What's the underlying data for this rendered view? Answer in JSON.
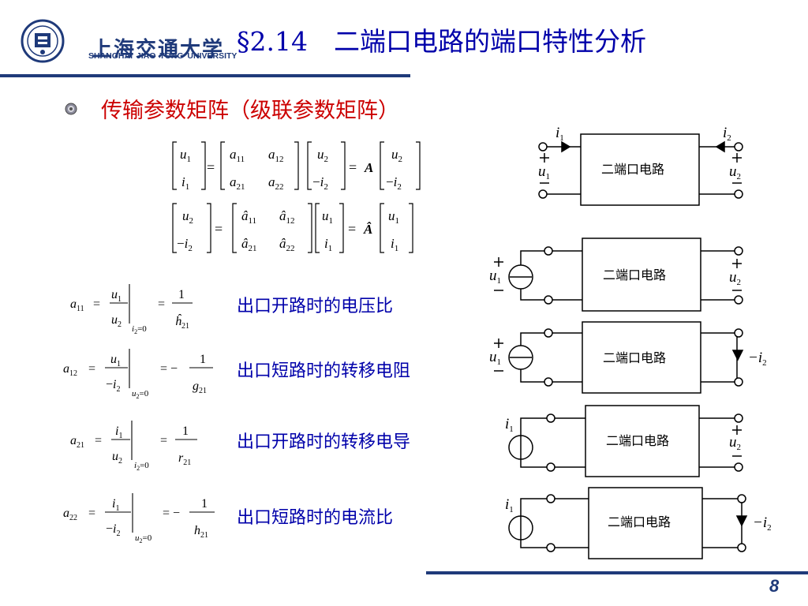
{
  "header": {
    "logo_cn": "上海交通大学",
    "logo_en": "SHANGHAI JIAO TONG UNIVERSITY",
    "title": "§2.14　二端口电路的端口特性分析"
  },
  "bullet": "传输参数矩阵（级联参数矩阵）",
  "descriptions": [
    "出口开路时的电压比",
    "出口短路时的转移电阻",
    "出口开路时的转移电导",
    "出口短路时的电流比"
  ],
  "circuits": {
    "box_label": "二端口电路",
    "i1": "i",
    "i2": "i",
    "u1": "u",
    "u2": "u",
    "sub1": "1",
    "sub2": "2",
    "minus_i2": "−i"
  },
  "footer": {
    "page_number": "8"
  },
  "colors": {
    "title": "#0000aa",
    "bullet": "#cc0000",
    "accent": "#1f3a7a"
  }
}
